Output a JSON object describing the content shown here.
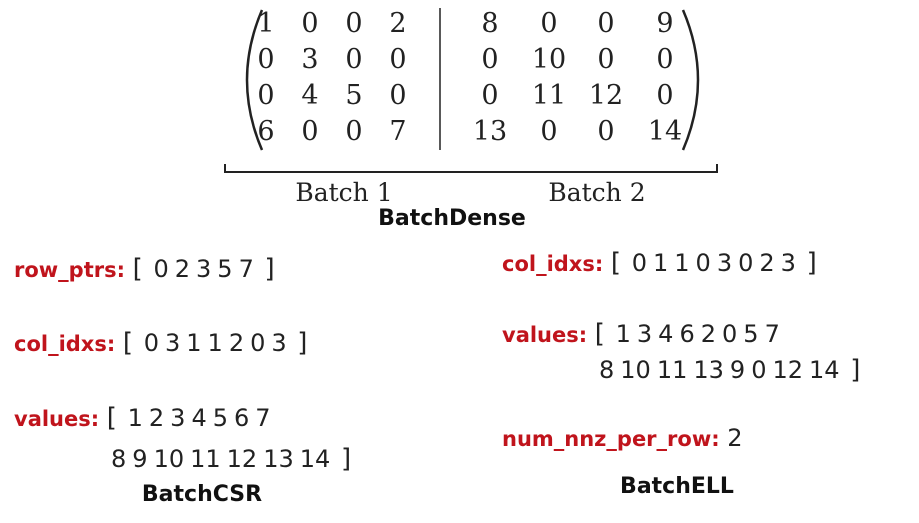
{
  "dense": {
    "rows": [
      [
        "1",
        "0",
        "0",
        "2",
        "8",
        "0",
        "0",
        "9"
      ],
      [
        "0",
        "3",
        "0",
        "0",
        "0",
        "10",
        "0",
        "0"
      ],
      [
        "0",
        "4",
        "5",
        "0",
        "0",
        "11",
        "12",
        "0"
      ],
      [
        "6",
        "0",
        "0",
        "7",
        "13",
        "0",
        "0",
        "14"
      ]
    ],
    "batch1_label": "Batch 1",
    "batch2_label": "Batch 2",
    "title": "BatchDense"
  },
  "csr": {
    "row_ptrs_key": "row_ptrs:",
    "row_ptrs": [
      "0",
      "2",
      "3",
      "5",
      "7"
    ],
    "col_idxs_key": "col_idxs:",
    "col_idxs": [
      "0",
      "3",
      "1",
      "1",
      "2",
      "0",
      "3"
    ],
    "values_key": "values:",
    "values_line1": [
      "1",
      "2",
      "3",
      "4",
      "5",
      "6",
      "7"
    ],
    "values_line2": [
      "8",
      "9",
      "10",
      "11",
      "12",
      "13",
      "14"
    ],
    "title": "BatchCSR"
  },
  "ell": {
    "col_idxs_key": "col_idxs:",
    "col_idxs": [
      "0",
      "1",
      "1",
      "0",
      "3",
      "0",
      "2",
      "3"
    ],
    "values_key": "values:",
    "values_line1": [
      "1",
      "3",
      "4",
      "6",
      "2",
      "0",
      "5",
      "7"
    ],
    "values_line2": [
      "8",
      "10",
      "11",
      "13",
      "9",
      "0",
      "12",
      "14"
    ],
    "nnz_key": "num_nnz_per_row:",
    "nnz_value": "2",
    "title": "BatchELL"
  },
  "brackets": {
    "open": "[",
    "close": "]"
  }
}
